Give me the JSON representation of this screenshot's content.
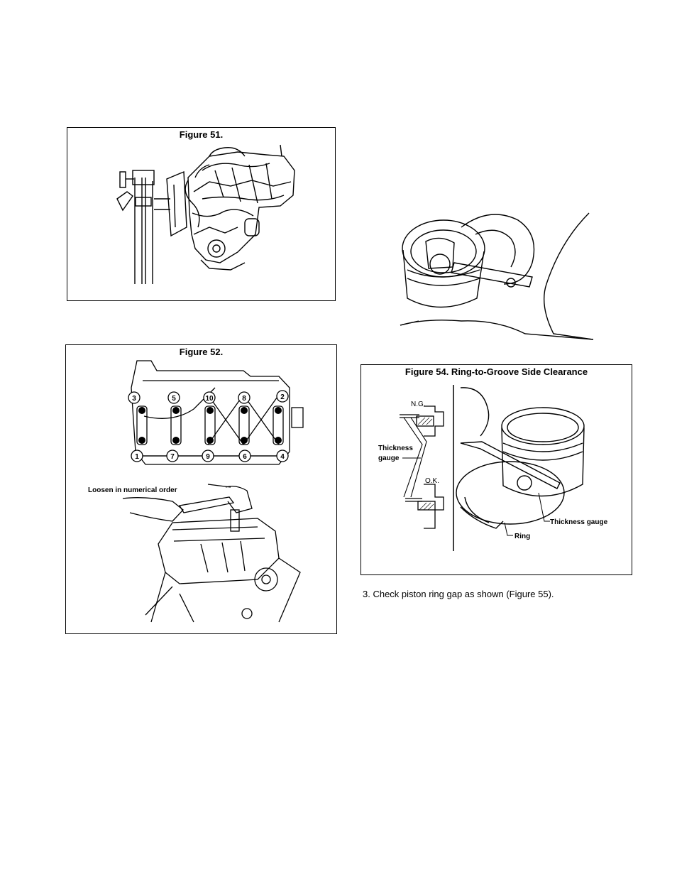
{
  "figures": {
    "fig51": {
      "title": "Figure 51."
    },
    "fig52": {
      "title": "Figure 52.",
      "instruction": "Loosen in numerical order",
      "bolt_numbers_top": [
        "3",
        "5",
        "10",
        "8",
        "2"
      ],
      "bolt_numbers_bottom": [
        "1",
        "7",
        "9",
        "6",
        "4"
      ]
    },
    "fig54": {
      "title": "Figure 54. Ring-to-Groove Side Clearance",
      "label_ng": "N.G.",
      "label_ok": "O.K.",
      "label_thickness_1": "Thickness",
      "label_gauge_1": "gauge",
      "label_thickness_gauge": "Thickness gauge",
      "label_ring": "Ring"
    }
  },
  "text": {
    "step3": "3. Check piston ring gap as shown (Figure 55)."
  }
}
